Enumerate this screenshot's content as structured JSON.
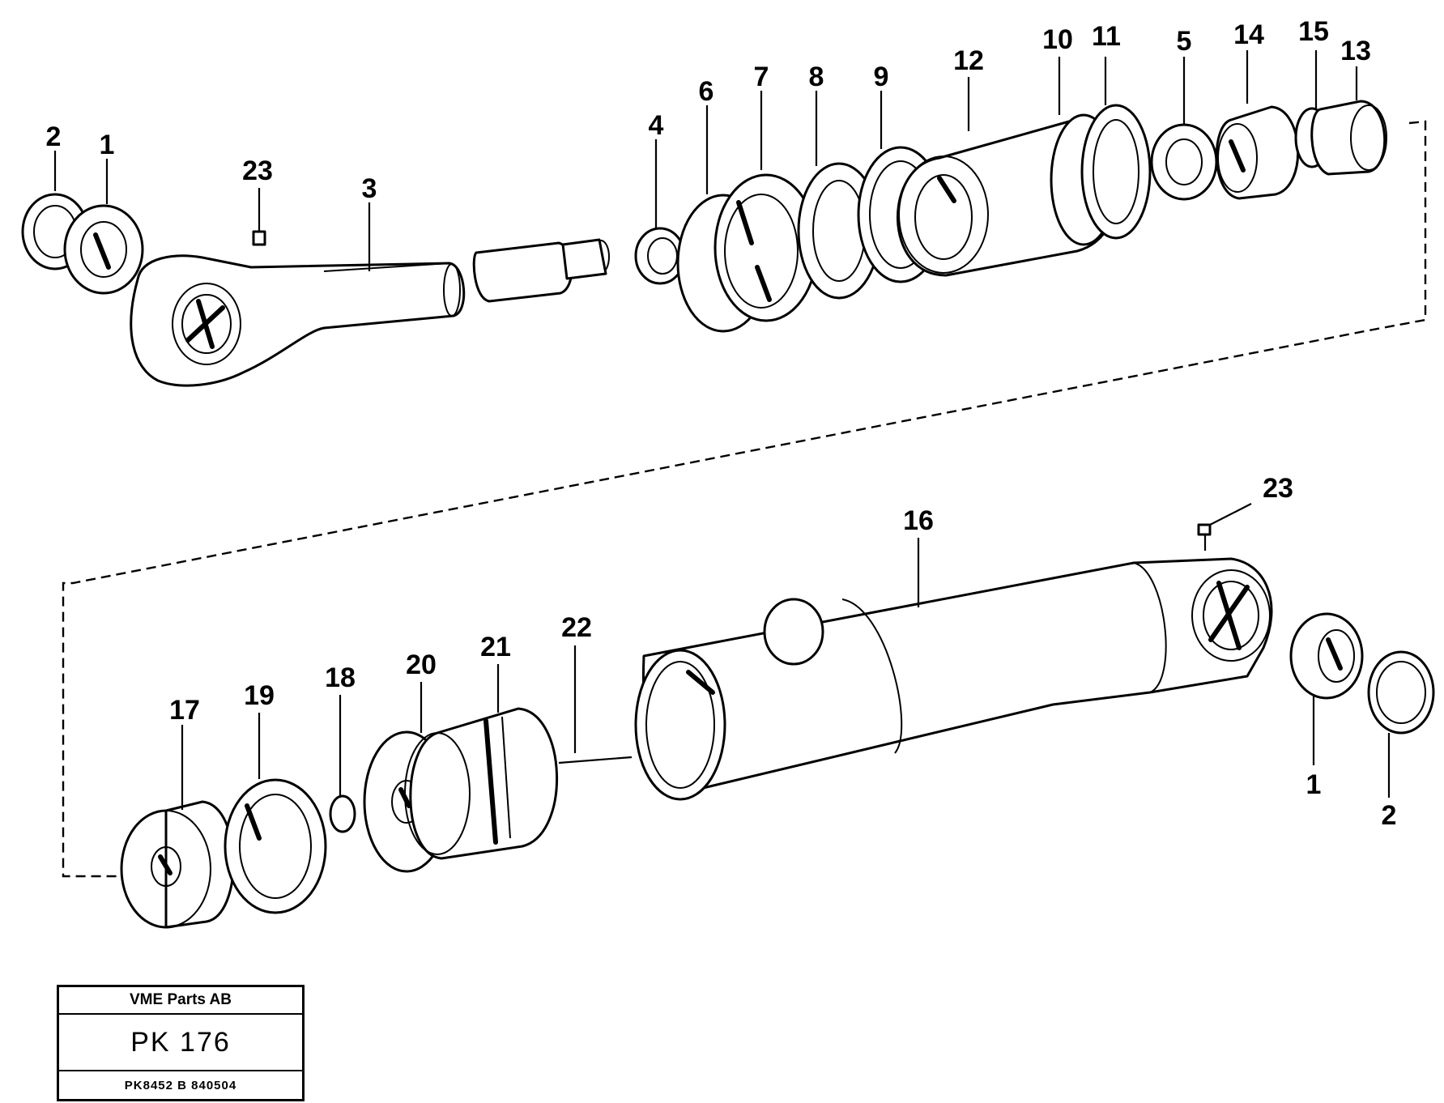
{
  "diagram": {
    "callouts": {
      "c2a": "2",
      "c1a": "1",
      "c23a": "23",
      "c3": "3",
      "c4": "4",
      "c6": "6",
      "c7": "7",
      "c8": "8",
      "c9": "9",
      "c12": "12",
      "c10": "10",
      "c11": "11",
      "c5": "5",
      "c14": "14",
      "c15": "15",
      "c13": "13",
      "c16": "16",
      "c23b": "23",
      "c17": "17",
      "c19": "19",
      "c18": "18",
      "c20": "20",
      "c21": "21",
      "c22": "22",
      "c1b": "1",
      "c2b": "2"
    }
  },
  "title_block": {
    "company": "VME Parts AB",
    "code": "PK 176",
    "ref": "PK8452 B 840504"
  }
}
